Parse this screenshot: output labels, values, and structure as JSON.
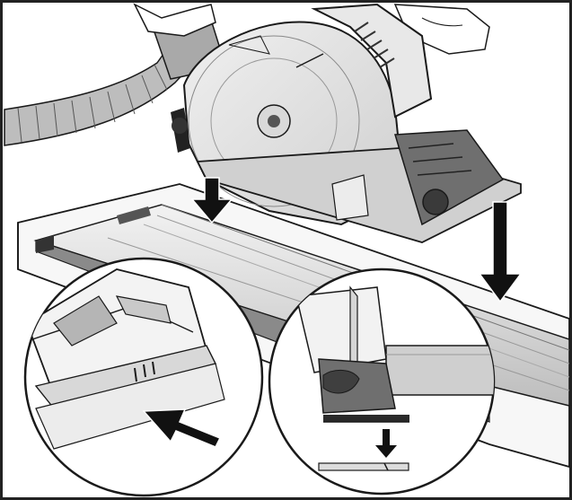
{
  "figure": {
    "description_visible_text": [],
    "colors": {
      "line": "#1a1a1a",
      "frame": "#222222",
      "light_gray": "#e6e6e6",
      "mid_gray": "#c8c8c8",
      "dark_gray": "#6f6f6f",
      "black": "#111111",
      "white": "#ffffff"
    },
    "icons": [
      "circular-saw-illustration",
      "guide-rail-illustration",
      "down-arrow-icon",
      "pointer-arrow-icon",
      "magnified-detail-circle"
    ]
  }
}
